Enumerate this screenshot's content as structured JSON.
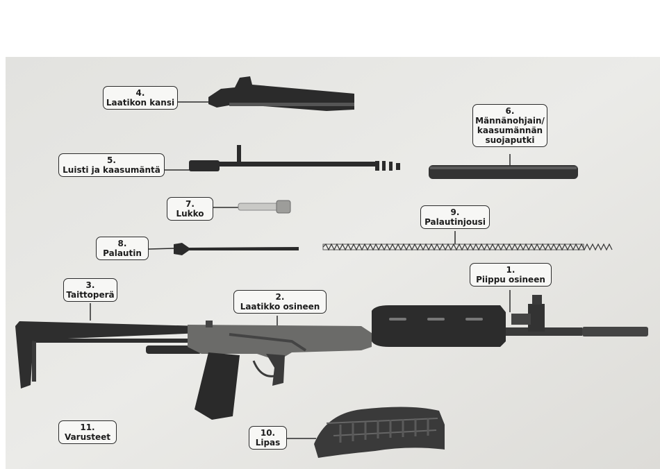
{
  "parts": [
    {
      "number": "1.",
      "name": "Piippu osineen"
    },
    {
      "number": "2.",
      "name": "Laatikko osineen"
    },
    {
      "number": "3.",
      "name": "Taittoperä"
    },
    {
      "number": "4.",
      "name": "Laatikon kansi"
    },
    {
      "number": "5.",
      "name": "Luisti ja kaasumäntä"
    },
    {
      "number": "6.",
      "name": "Männänohjain/ kaasumännän suojaputki",
      "lines": [
        "Männänohjain/",
        "kaasumännän",
        "suojaputki"
      ]
    },
    {
      "number": "7.",
      "name": "Lukko"
    },
    {
      "number": "8.",
      "name": "Palautin"
    },
    {
      "number": "9.",
      "name": "Palautinjousi"
    },
    {
      "number": "10.",
      "name": "Lipas"
    },
    {
      "number": "11.",
      "name": "Varusteet"
    }
  ],
  "colors": {
    "background": "#ffffff",
    "paper": "#e6e6e3",
    "part": "#2b2b2b",
    "label_border": "#2a2a2a"
  }
}
